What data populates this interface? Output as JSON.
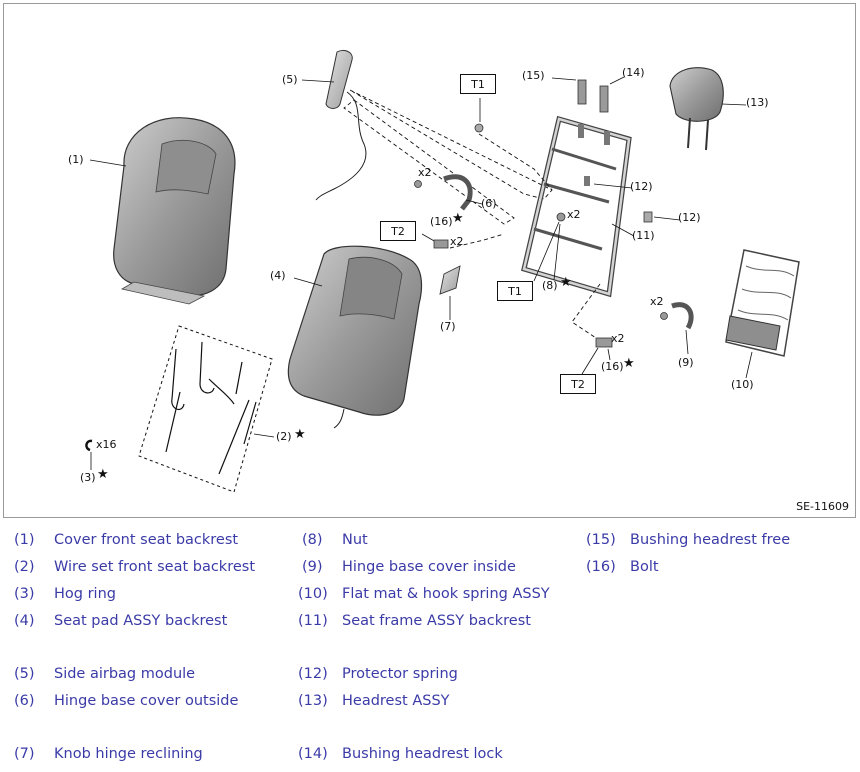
{
  "diagram": {
    "code": "SE-11609",
    "callouts": {
      "c1": "(1)",
      "c2": "(2)",
      "c3": "(3)",
      "c4": "(4)",
      "c5": "(5)",
      "c6": "(6)",
      "c7": "(7)",
      "c8": "(8)",
      "c9": "(9)",
      "c10": "(10)",
      "c11": "(11)",
      "c12a": "(12)",
      "c12b": "(12)",
      "c13": "(13)",
      "c14": "(14)",
      "c15": "(15)",
      "c16a": "(16)",
      "c16b": "(16)"
    },
    "torque": {
      "t1a": "T1",
      "t1b": "T1",
      "t2a": "T2",
      "t2b": "T2"
    },
    "quantities": {
      "q3": "x16",
      "q6": "x2",
      "q8": "x2",
      "q9": "x2",
      "q16a": "x2",
      "q16b": "x2"
    },
    "star": "★"
  },
  "legend": [
    {
      "num": "(1)",
      "label": "Cover front seat backrest"
    },
    {
      "num": "(2)",
      "label": "Wire set front seat backrest"
    },
    {
      "num": "(3)",
      "label": "Hog ring"
    },
    {
      "num": "(4)",
      "label": "Seat pad ASSY backrest"
    },
    {
      "num": "(5)",
      "label": "Side airbag module"
    },
    {
      "num": "(6)",
      "label": "Hinge base cover outside"
    },
    {
      "num": "(7)",
      "label": "Knob hinge reclining"
    },
    {
      "num": "(8)",
      "label": "Nut"
    },
    {
      "num": "(9)",
      "label": "Hinge base cover inside"
    },
    {
      "num": "(10)",
      "label": "Flat mat & hook spring ASSY"
    },
    {
      "num": "(11)",
      "label": "Seat frame ASSY backrest"
    },
    {
      "num": "(12)",
      "label": "Protector spring"
    },
    {
      "num": "(13)",
      "label": "Headrest ASSY"
    },
    {
      "num": "(14)",
      "label": "Bushing headrest lock"
    },
    {
      "num": "(15)",
      "label": "Bushing headrest free"
    },
    {
      "num": "(16)",
      "label": "Bolt"
    }
  ]
}
